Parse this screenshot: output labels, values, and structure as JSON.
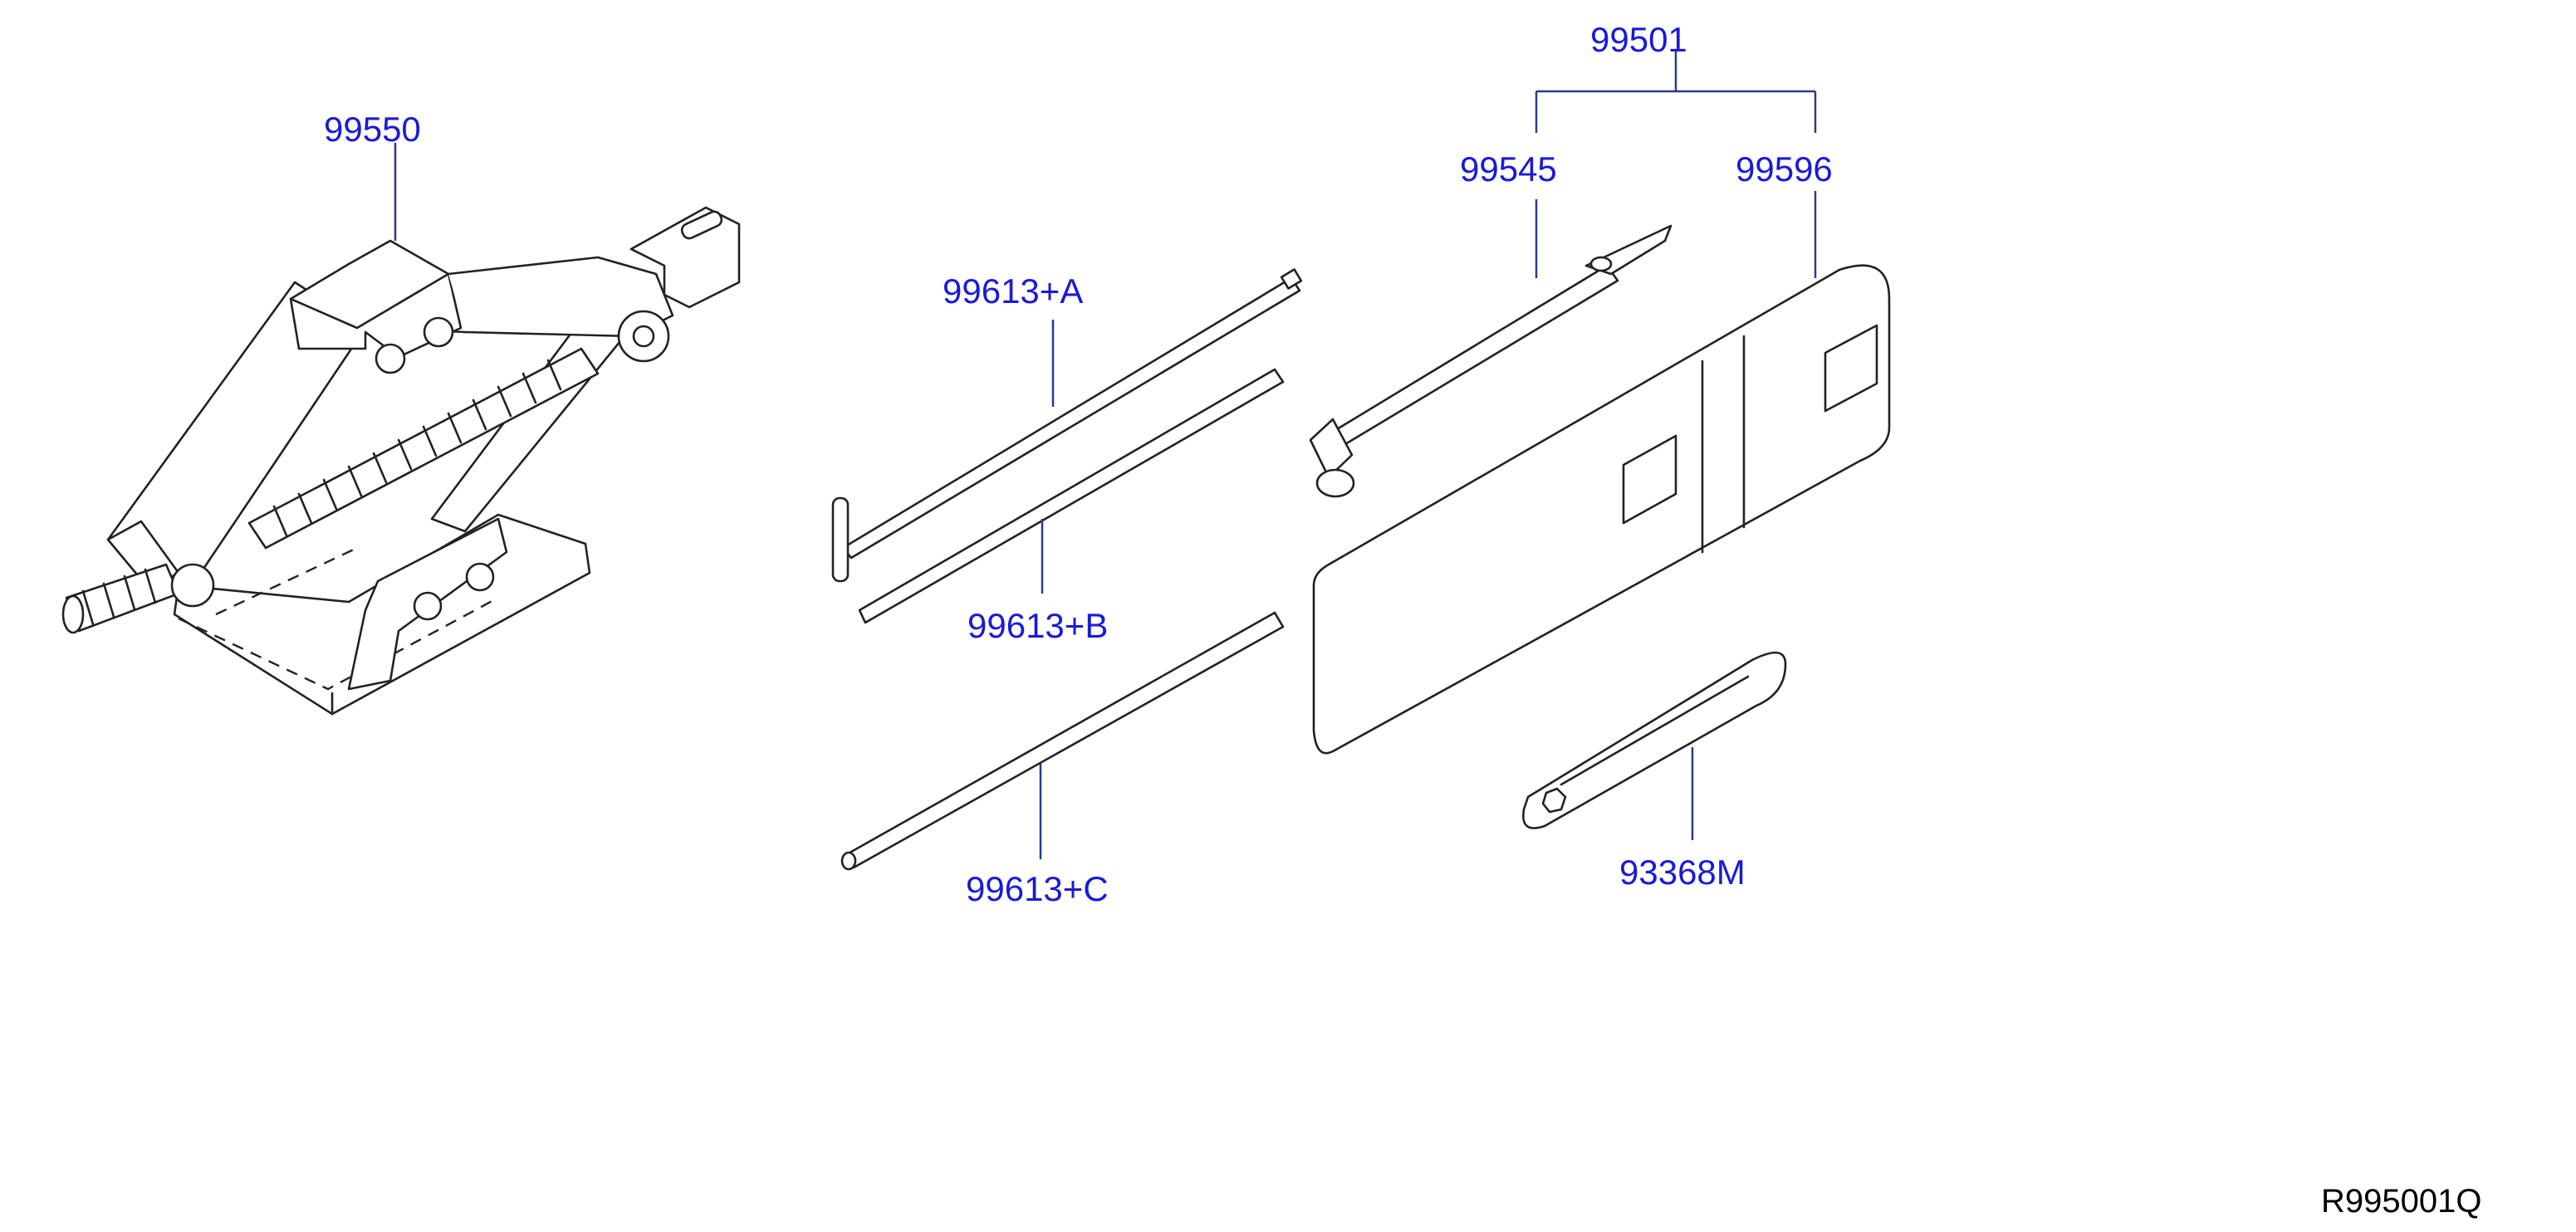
{
  "labels": {
    "jack": "99550",
    "tool_kit": "99501",
    "wrench_bar": "99545",
    "tool_bag": "99596",
    "rod_a": "99613+A",
    "rod_b": "99613+B",
    "rod_c": "99613+C",
    "strap": "93368M"
  },
  "reference_code": "R995001Q"
}
